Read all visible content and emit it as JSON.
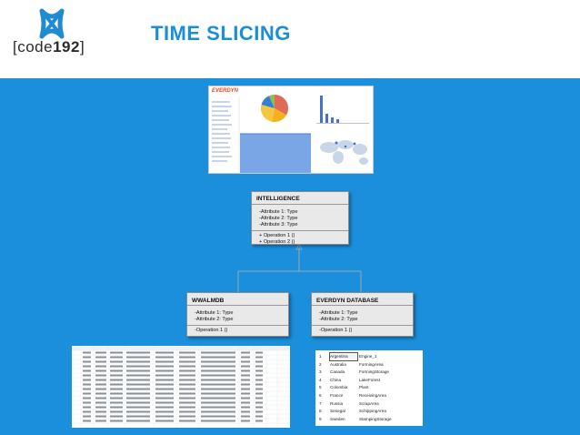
{
  "header": {
    "logo_text_light": "[code",
    "logo_text_bold": "192",
    "logo_text_end": "]",
    "title": "TIME SLICING"
  },
  "colors": {
    "title": "#1a8fd8",
    "background_main": "#1b8fdb",
    "uml_box": "#e9e9e9",
    "logo_mark": "#1f8bd0"
  },
  "dashboard": {
    "brand": "EVERDYN"
  },
  "uml": {
    "intelligence": {
      "name": "INTELLIGENCE",
      "attributes": [
        "-Attribute 1: Type",
        "-Attribute 2: Type",
        "-Attribute 3: Type"
      ],
      "operations": [
        "+ Operation 1 ()",
        "+ Operation 2 ()"
      ]
    },
    "wwalmdb": {
      "name": "WWALMDB",
      "attributes": [
        "-Attribute 1: Type",
        "-Attribute 2: Type"
      ],
      "operations": [
        "-Operation 1 ()"
      ]
    },
    "everdyn": {
      "name": "EVERDYN DATABASE",
      "attributes": [
        "-Attribute 1: Type",
        "-Attribute 2: Type"
      ],
      "operations": [
        "-Operation 1 ()"
      ]
    }
  },
  "mini_table": {
    "rows": [
      [
        "1",
        "Argentina",
        "Engine_1"
      ],
      [
        "2",
        "Australia",
        "FormingArea"
      ],
      [
        "3",
        "Canada",
        "FormingStorage"
      ],
      [
        "4",
        "China",
        "LakeForest"
      ],
      [
        "5",
        "Colombia",
        "Plant"
      ],
      [
        "6",
        "France",
        "ReceivingArea"
      ],
      [
        "7",
        "Russia",
        "ScrapArea"
      ],
      [
        "8",
        "Senegal",
        "SchippingArea"
      ],
      [
        "9",
        "Sweden",
        "StampingStorage"
      ]
    ]
  }
}
